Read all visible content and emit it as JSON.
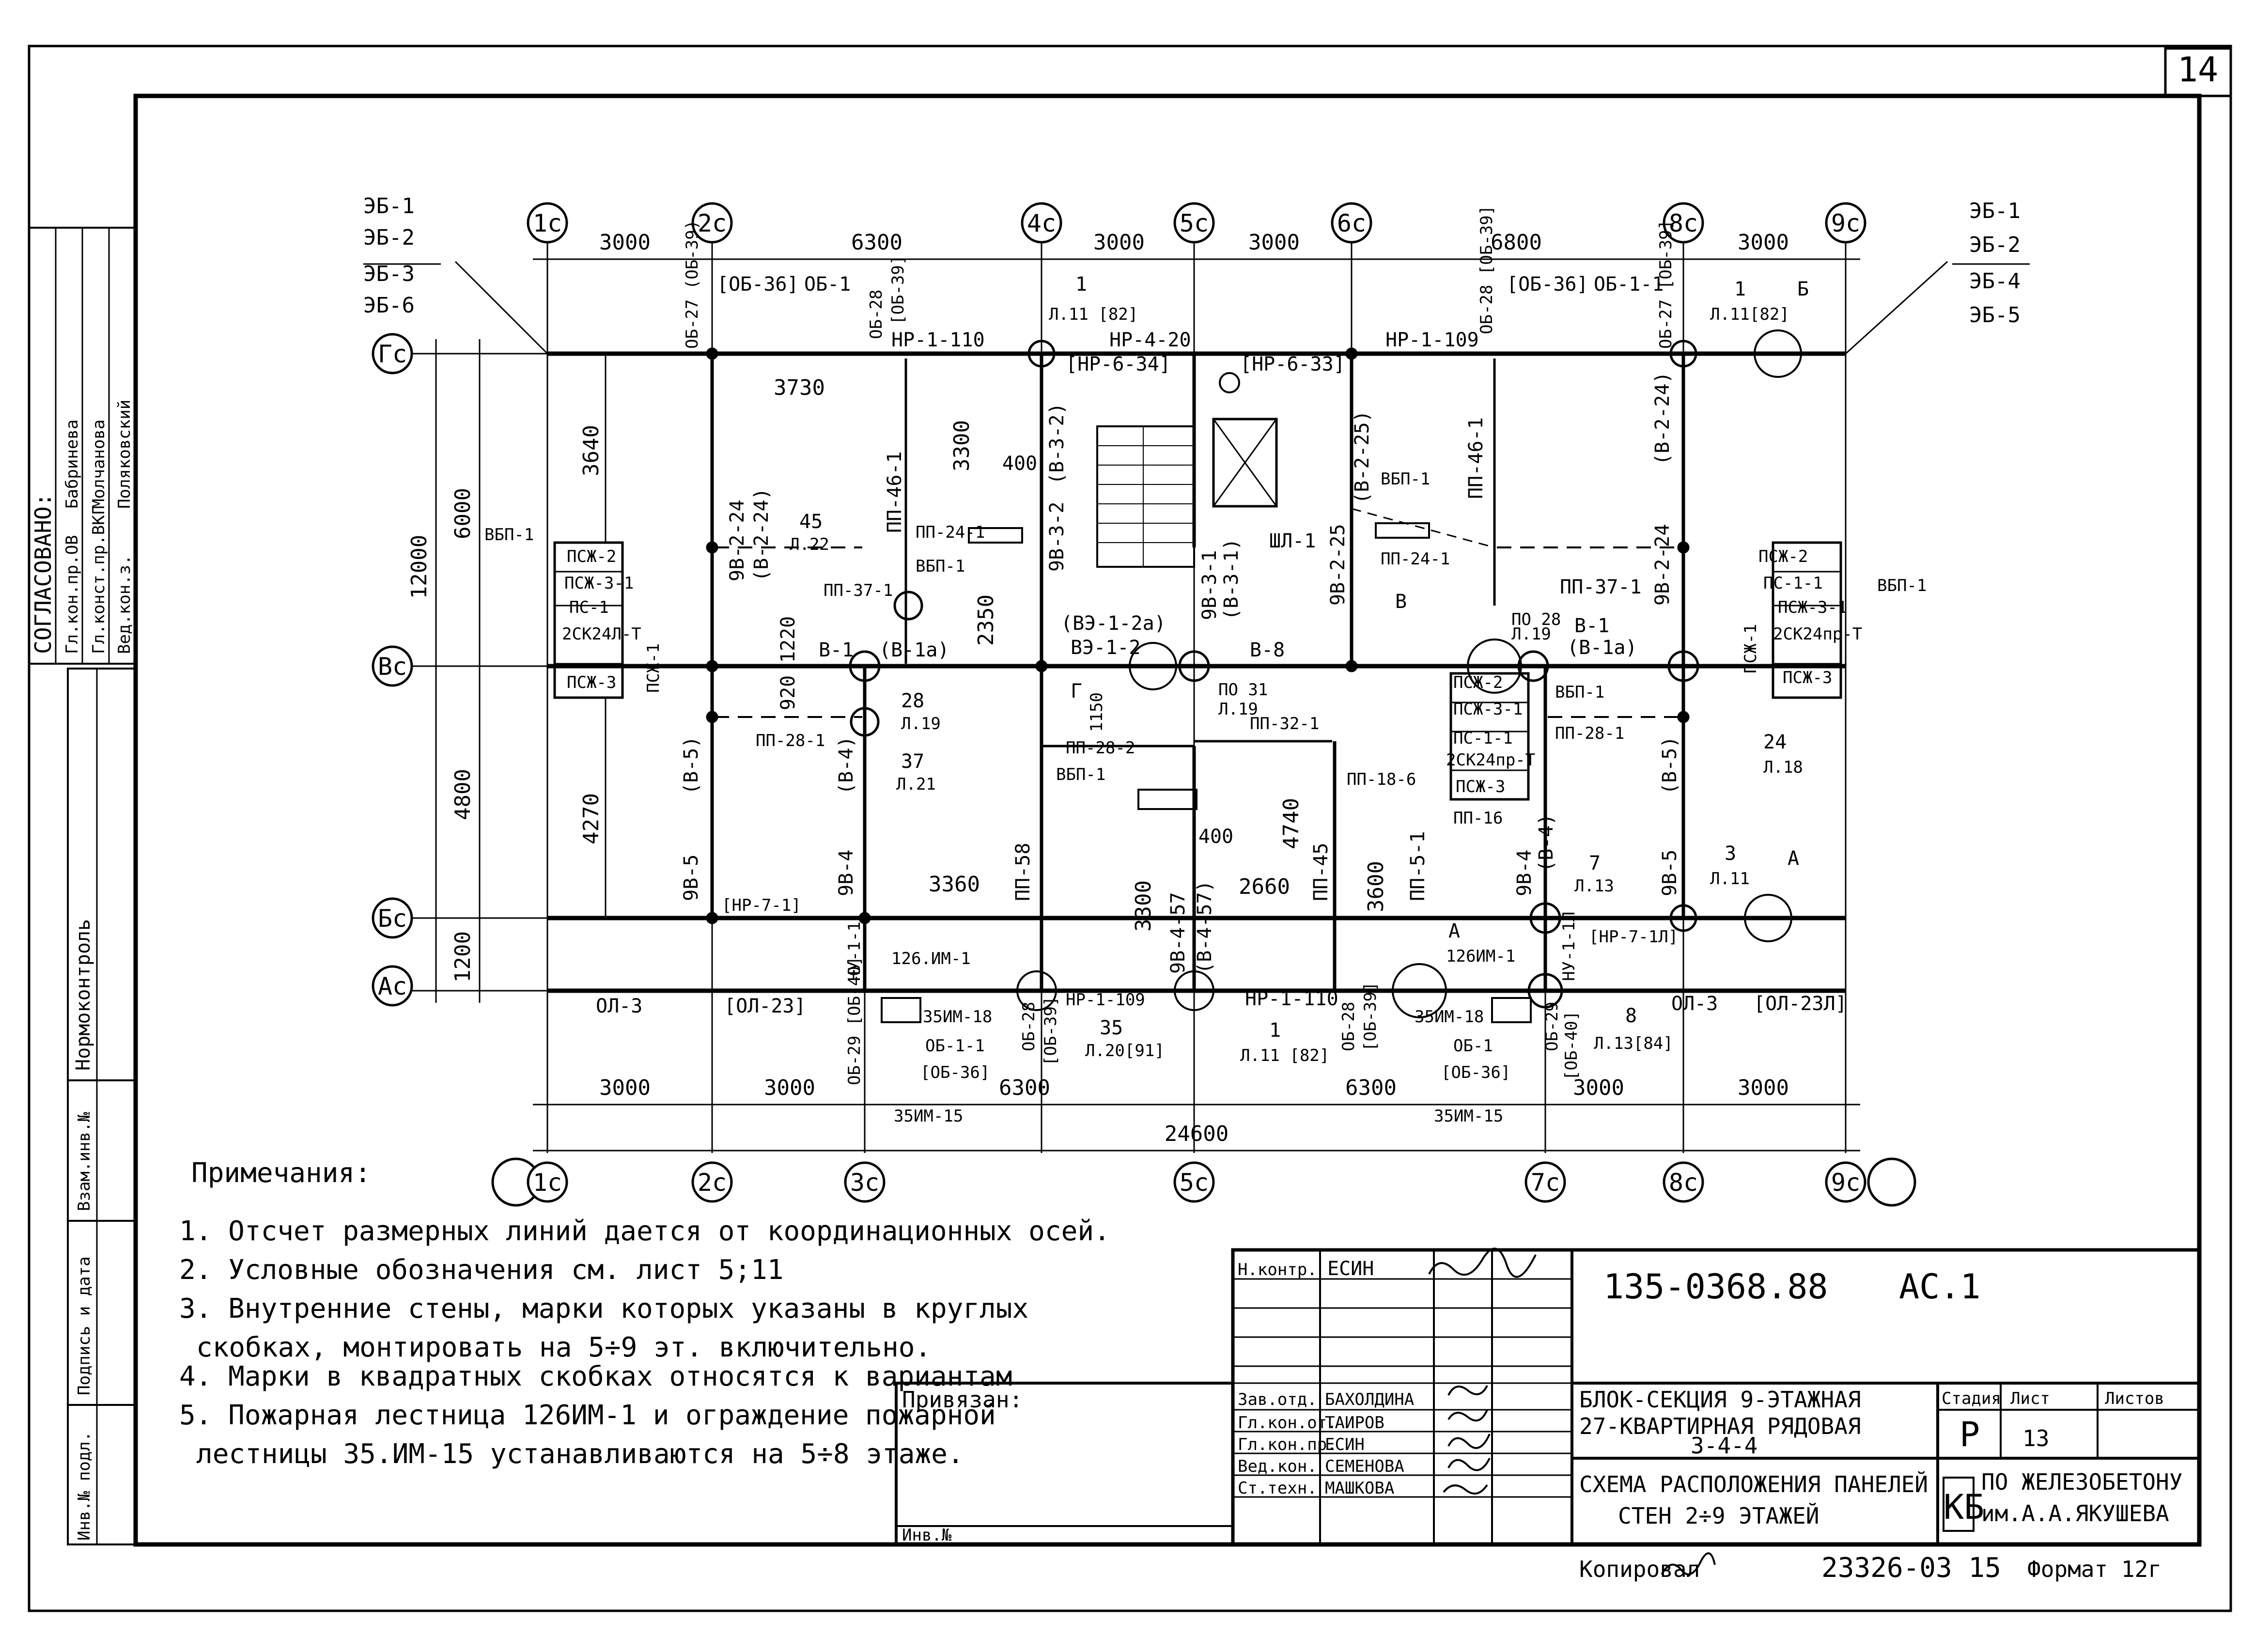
{
  "sheet_number": "14",
  "approval": {
    "heading": "СОГЛАСОВАНО:",
    "rows": [
      {
        "role": "Гл.кон.пр.ОВ",
        "name": "Бабринева"
      },
      {
        "role": "Гл.конст.пр.ВКГ",
        "name": "Молчанова"
      },
      {
        "role": "Вед.кон.з.",
        "name": "Поляковский"
      }
    ]
  },
  "side_stamp": {
    "normocontrol": "Нормоконтроль",
    "vzam_inv": "Взам.инв.№",
    "sign_date": "Подпись и дата",
    "inv_podl": "Инв.№ подл."
  },
  "axes": {
    "columns": [
      "1c",
      "2c",
      "4c",
      "5c",
      "6c",
      "8c",
      "9c"
    ],
    "bottom_columns": [
      "1c",
      "2c",
      "3c",
      "5c",
      "7c",
      "8c",
      "9c"
    ],
    "rows": [
      "Гс",
      "Вс",
      "Бс",
      "Ас"
    ]
  },
  "dims": {
    "top": [
      "3000",
      "6300",
      "3000",
      "3000",
      "6800",
      "3000"
    ],
    "bottom": [
      "3000",
      "3000",
      "6300",
      "6300",
      "3000",
      "3000"
    ],
    "total": "24600",
    "left_outer": "12000",
    "left_mid": [
      "6000",
      "4800",
      "1200"
    ],
    "inner": [
      "3640",
      "4270",
      "3730",
      "3300",
      "400",
      "2350",
      "1220",
      "920",
      "3360",
      "3300",
      "400",
      "2660",
      "4740",
      "3600",
      "1150"
    ]
  },
  "corner_labels": {
    "left": [
      "ЭБ-1",
      "ЭБ-2",
      "ЭБ-3",
      "ЭБ-6"
    ],
    "right": [
      "ЭБ-1",
      "ЭБ-2",
      "ЭБ-4",
      "ЭБ-5"
    ]
  },
  "labels": {
    "top_walls": [
      "[ОБ-36]",
      "ОБ-1",
      "[ОБ-39]",
      "ОБ-27 (ОБ-39)",
      "ОБ-28",
      "НР-1-110",
      "1",
      "Л.11 [82]",
      "НР-4-20",
      "[НР-6-34]",
      "[НР-6-33]",
      "НР-1-109",
      "[ОБ-36]",
      "ОБ-1-1",
      "ОБ-28 [ОБ-39]",
      "ОБ-27 [ОБ-39]",
      "1",
      "Л.11[82]",
      "Б"
    ],
    "mid": [
      "9В-2-24",
      "(В-2-24)",
      "ПП-46-1",
      "45",
      "Л.22",
      "ПП-37-1",
      "ПП-24-1",
      "ВБП-1",
      "9В-3-2",
      "(В-3-2)",
      "9В-3-1",
      "(В-3-1)",
      "ШЛ-1",
      "9В-2-25",
      "(В-2-25)",
      "ВБП-1",
      "ПП-24-1",
      "ПП-46-1",
      "9В-2-24",
      "(В-2-24)",
      "ПП-37-1",
      "В",
      "ПО 28",
      "Л.19",
      "В-1",
      "(В-1а)"
    ],
    "left_block": [
      "ВБП-1",
      "ПСЖ-2",
      "ПСЖ-3-1",
      "ПС-1",
      "2СК24Л-Т",
      "ПСЖ-1",
      "ПСЖ-3"
    ],
    "right_block": [
      "ПСЖ-2",
      "ПС-1-1",
      "ПСЖ-3-1",
      "ПСЖ-1",
      "2СК24пр-Т",
      "ПСЖ-3",
      "ВБП-1"
    ],
    "row_v": [
      "В-1",
      "(В-1а)",
      "(ВЭ-1-2а)",
      "ВЭ-1-2",
      "В-8",
      "ПО 31",
      "Л.19",
      "28",
      "Л.19",
      "37",
      "Л.21",
      "Г"
    ],
    "lower": [
      "ПП-28-1",
      "ПП-28-2",
      "ВБП-1",
      "ПП-32-1",
      "ПП-18-6",
      "ПСЖ-2",
      "ПСЖ-3-1",
      "ПС-1-1",
      "2СК24пр-Т",
      "ПСЖ-3",
      "ПП-16",
      "ВБП-1",
      "ПП-28-1",
      "24",
      "Л.18",
      "9В-5",
      "(В-5)",
      "9В-4",
      "(В-4)",
      "ПП-58",
      "9В-4-57",
      "(В-4-57)",
      "ПП-45",
      "ПП-5-1",
      "9В-4",
      "(В-4)",
      "9В-5",
      "(В-5)",
      "7",
      "Л.13",
      "3",
      "Л.11",
      "А",
      "[НР-7-1]",
      "[НР-7-1Л]",
      "НУ-1-1",
      "НУ-1-1Л",
      "А"
    ],
    "bottom_walls": [
      "ОЛ-3",
      "[ОЛ-23]",
      "126.ИМ-1",
      "35ИМ-18",
      "ОБ-29 [ОБ-40]",
      "ОБ-1-1",
      "[ОБ-36]",
      "ОБ-28",
      "[ОБ-39]",
      "НР-1-109",
      "35",
      "Л.20[91]",
      "1",
      "Л.11 [82]",
      "НР-1-110",
      "ОБ-28",
      "[ОБ-39]",
      "126ИМ-1",
      "35ИМ-18",
      "ОБ-1",
      "[ОБ-36]",
      "ОБ-29",
      "[ОБ-40]",
      "8",
      "Л.13[84]",
      "ОЛ-3",
      "[ОЛ-23Л]",
      "35ИМ-15",
      "35ИМ-15"
    ]
  },
  "notes": {
    "heading": "Примечания:",
    "items": [
      "1. Отсчет размерных линий дается от координационных осей.",
      "2. Условные обозначения см. лист 5;11",
      "3. Внутренние стены, марки которых указаны в круглых",
      "скобках, монтировать на 5÷9 эт. включительно.",
      "4. Марки в квадратных скобках относятся к вариантам",
      "5. Пожарная лестница 126ИМ-1 и ограждение пожарной",
      "лестницы 35.ИМ-15 устанавливаются на 5÷8 этаже."
    ]
  },
  "stamp": {
    "privyazan": "Привязан:",
    "inv_no": "Инв.№",
    "signers": [
      {
        "role": "Н.контр.",
        "name": "ЕСИН"
      },
      {
        "role": "Зав.отд.",
        "name": "БАХОЛДИНА"
      },
      {
        "role": "Гл.кон.от.",
        "name": "ТАИРОВ"
      },
      {
        "role": "Гл.кон.пр.",
        "name": "ЕСИН"
      },
      {
        "role": "Вед.кон.",
        "name": "СЕМЕНОВА"
      },
      {
        "role": "Ст.техн.",
        "name": "МАШКОВА"
      }
    ],
    "code": "135-0368.88",
    "mark": "АС.1",
    "object": [
      "БЛОК-СЕКЦИЯ 9-ЭТАЖНАЯ",
      "27-КВАРТИРНАЯ РЯДОВАЯ",
      "3-4-4"
    ],
    "sheet_title": [
      "СХЕМА РАСПОЛОЖЕНИЯ ПАНЕЛЕЙ",
      "СТЕН 2÷9 ЭТАЖЕЙ"
    ],
    "stage_header": "Стадия",
    "sheet_header": "Лист",
    "sheets_header": "Листов",
    "stage": "Р",
    "sheet": "13",
    "sheets": "",
    "org_logo": "КБ",
    "org": [
      "ПО ЖЕЛЕЗОБЕТОНУ",
      "им.А.А.ЯКУШЕВА"
    ]
  },
  "footer": {
    "copied": "Копировал",
    "order": "23326-03 15",
    "format": "Формат 12г"
  }
}
